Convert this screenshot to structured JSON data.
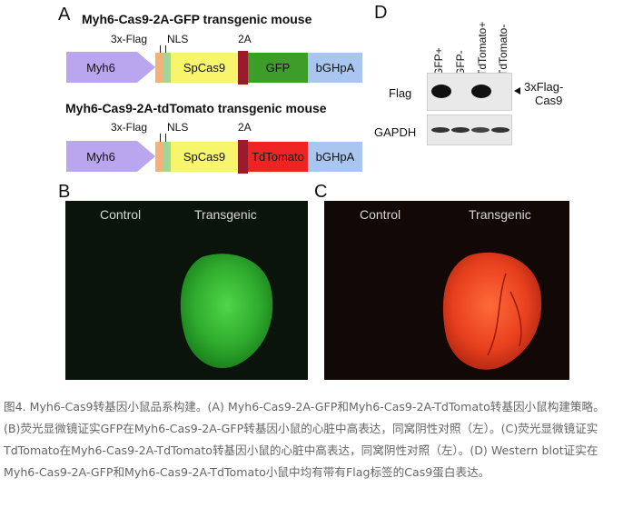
{
  "panels": {
    "a": "A",
    "b": "B",
    "c": "C",
    "d": "D"
  },
  "construct1": {
    "title": "Myh6-Cas9-2A-GFP transgenic mouse",
    "flag_label": "3x-Flag",
    "nls_label": "NLS",
    "twoa_label": "2A",
    "promoter": "Myh6",
    "cas9": "SpCas9",
    "reporter": "GFP",
    "polya": "bGHpA"
  },
  "construct2": {
    "title": "Myh6-Cas9-2A-tdTomato transgenic mouse",
    "flag_label": "3x-Flag",
    "nls_label": "NLS",
    "twoa_label": "2A",
    "promoter": "Myh6",
    "cas9": "SpCas9",
    "reporter": "TdTomato",
    "polya": "bGHpA"
  },
  "photo_b": {
    "left": "Control",
    "right": "Transgenic"
  },
  "photo_c": {
    "left": "Control",
    "right": "Transgenic"
  },
  "western": {
    "lanes": [
      "GFP+",
      "GFP-",
      "TdTomato+",
      "TdTomato-"
    ],
    "rows": [
      "Flag",
      "GAPDH"
    ],
    "arrow_label_line1": "3xFlag-",
    "arrow_label_line2": "Cas9"
  },
  "colors": {
    "promoter": "#b9a6ee",
    "flag": "#f6b07a",
    "nls": "#9fd79a",
    "cas9": "#f7f56c",
    "twoa": "#9a1c2c",
    "gfp": "#3c9e28",
    "tdtomato": "#ee2424",
    "polya": "#a8c6f0"
  },
  "caption": "图4. Myh6-Cas9转基因小鼠品系构建。(A) Myh6-Cas9-2A-GFP和Myh6-Cas9-2A-TdTomato转基因小鼠构建策略。(B)荧光显微镜证实GFP在Myh6-Cas9-2A-GFP转基因小鼠的心脏中高表达，同窝阴性对照（左）。(C)荧光显微镜证实TdTomato在Myh6-Cas9-2A-TdTomato转基因小鼠的心脏中高表达，同窝阴性对照（左）。(D) Western blot证实在Myh6-Cas9-2A-GFP和Myh6-Cas9-2A-TdTomato小鼠中均有带有Flag标签的Cas9蛋白表达。"
}
